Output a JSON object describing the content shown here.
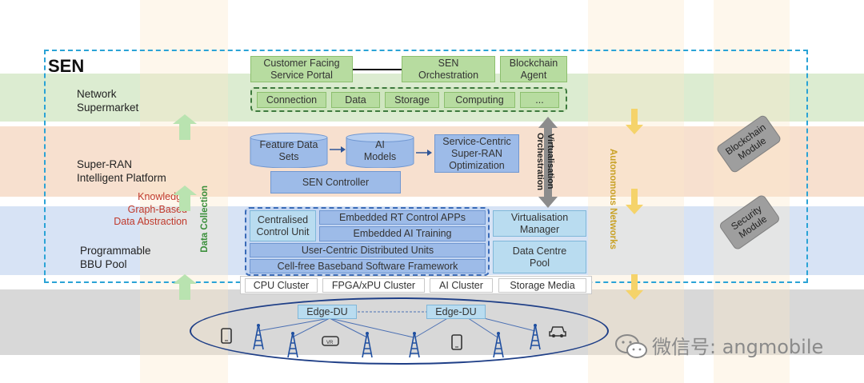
{
  "title": "SEN",
  "layers": {
    "network_supermarket": "Network\nSupermarket",
    "super_ran": "Super-RAN\nIntelligent Platform",
    "bbu_pool": "Programmable\nBBU Pool"
  },
  "knowledge_label": "Knowledge\nGraph-Based\nData Abstraction",
  "data_collection": "Data Collection",
  "autonomous_networks": "Autonomous Networks",
  "virtualisation_orchestration": "Virtualisation\nOrchestration",
  "top_boxes": {
    "portal": "Customer Facing\nService Portal",
    "sen_orch": "SEN\nOrchestration",
    "blockchain_agent": "Blockchain\nAgent"
  },
  "services": [
    "Connection",
    "Data",
    "Storage",
    "Computing",
    "..."
  ],
  "platform": {
    "feature_data": "Feature Data\nSets",
    "ai_models": "AI\nModels",
    "optimization": "Service-Centric\nSuper-RAN\nOptimization",
    "controller": "SEN Controller"
  },
  "bbu": {
    "central": "Centralised\nControl Unit",
    "rt_control": "Embedded RT Control APPs",
    "ai_training": "Embedded AI Training",
    "distributed": "User-Centric Distributed Units",
    "cellfree": "Cell-free Baseband Software Framework",
    "virt_manager": "Virtualisation\nManager",
    "dc_pool": "Data Centre\nPool"
  },
  "hardware": [
    "CPU Cluster",
    "FPGA/xPU Cluster",
    "AI Cluster",
    "Storage Media"
  ],
  "edge": [
    "Edge-DU",
    "Edge-DU"
  ],
  "modules": [
    "Blockchain\nModule",
    "Security\nModule"
  ],
  "watermark": "微信号: angmobile",
  "colors": {
    "frame": "#2aa3d6",
    "green_band": "#dcecd1",
    "orange_band": "#f7e0cf",
    "blue_band": "#d7e3f5",
    "gray_band": "#cfcfcf",
    "knowledge": "#c0392b",
    "data_collection": "#3a8f3a",
    "autonomous": "#c9a227"
  },
  "icons": [
    "phone-icon",
    "tower-icon",
    "vr-headset-icon",
    "car-icon",
    "wechat-icon"
  ]
}
